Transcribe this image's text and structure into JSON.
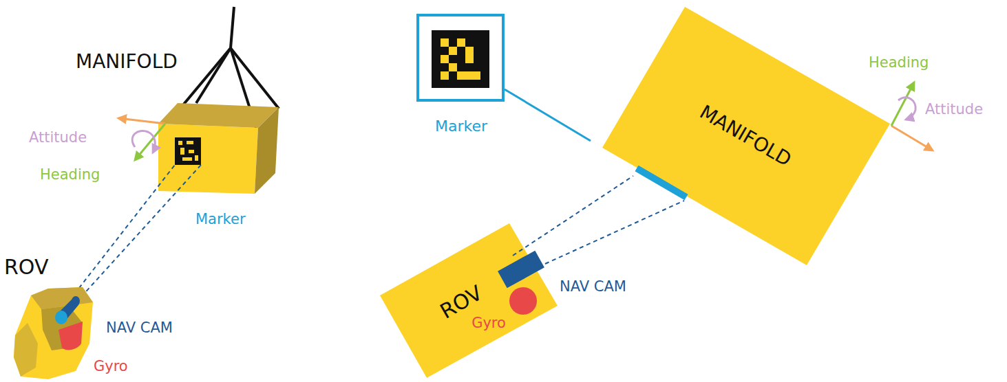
{
  "diagram": {
    "nodes": [
      {
        "text": [
          "Marker"
        ]
      },
      {
        "text": [
          "MANIFOLD"
        ]
      },
      {
        "text": [
          "ROV",
          "Gyro"
        ]
      }
    ],
    "edges": [
      {
        "from": 0,
        "to": 1,
        "arrow": "none"
      }
    ],
    "labels": [
      "MANIFOLD",
      "Attitude",
      "Heading",
      "Marker",
      "ROV",
      "NAV CAM",
      "Gyro",
      "Heading",
      "Attitude",
      "NAV CAM"
    ]
  }
}
